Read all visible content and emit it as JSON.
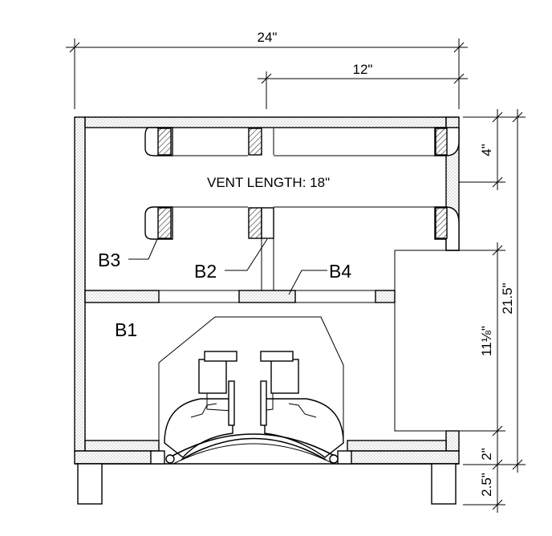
{
  "dimensions": {
    "overall_width": "24\"",
    "half_width": "12\"",
    "vent_gap": "4\"",
    "overall_height": "21.5\"",
    "inner_height": "11⅛\"",
    "base_thickness": "2\"",
    "leg_height": "2.5\""
  },
  "labels": {
    "vent_length": "VENT LENGTH: 18\"",
    "b1": "B1",
    "b2": "B2",
    "b3": "B3",
    "b4": "B4"
  }
}
